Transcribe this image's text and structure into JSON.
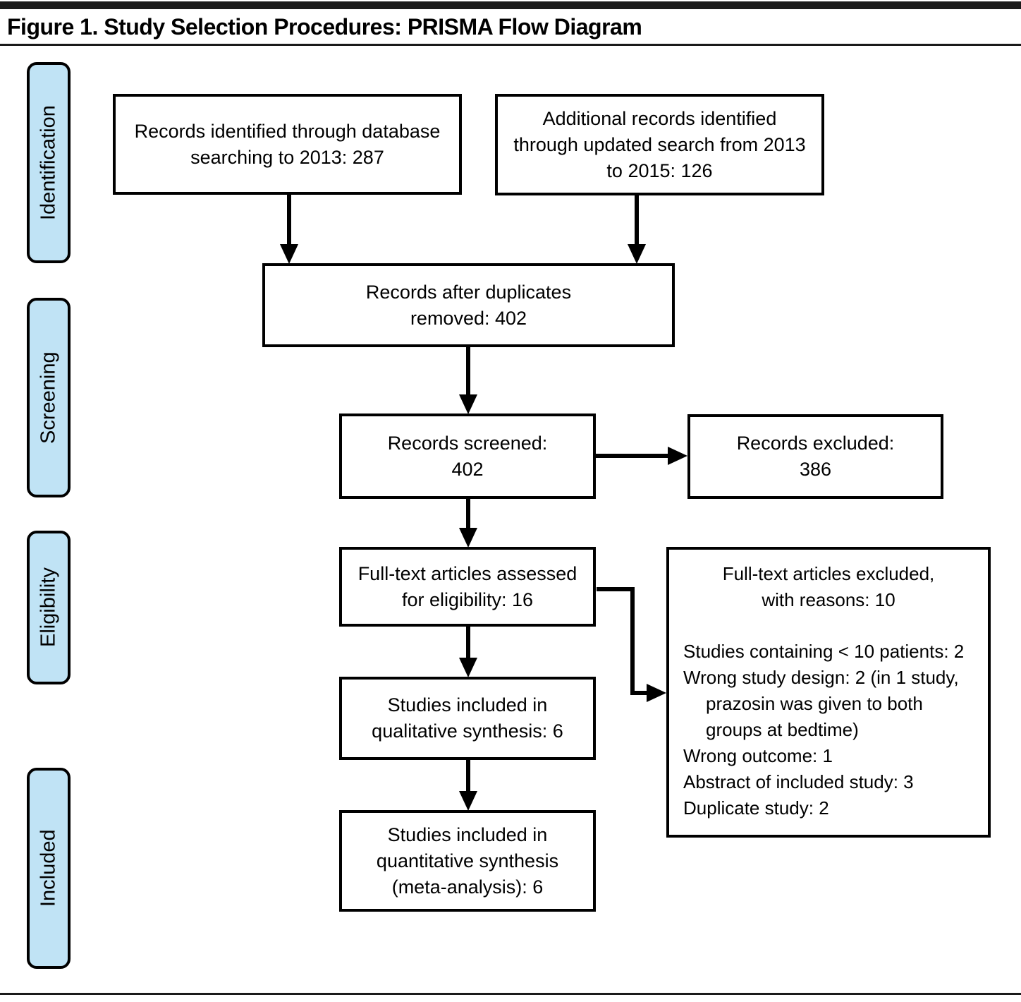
{
  "title": "Figure 1. Study Selection Procedures: PRISMA Flow Diagram",
  "stages": [
    {
      "label": "Identification"
    },
    {
      "label": "Screening"
    },
    {
      "label": "Eligibility"
    },
    {
      "label": "Included"
    }
  ],
  "nodes": {
    "identified_db": "Records identified through database\nsearching to 2013: 287",
    "identified_update": "Additional records identified\nthrough updated search from 2013\nto 2015: 126",
    "after_duplicates": "Records after duplicates\nremoved: 402",
    "screened": "Records screened:\n402",
    "excluded": "Records excluded:\n386",
    "fulltext_assessed": "Full-text articles assessed\nfor eligibility: 16",
    "qualitative": "Studies included in\nqualitative synthesis: 6",
    "quantitative": "Studies included in\nquantitative synthesis\n(meta-analysis): 6"
  },
  "exclusion_detail": {
    "header": "Full-text articles excluded,\nwith reasons: 10",
    "reasons": [
      "Studies containing < 10 patients: 2",
      "Wrong study design: 2 (in 1 study, prazosin was given to both groups at bedtime)",
      "Wrong outcome: 1",
      "Abstract of included study: 3",
      "Duplicate study: 2"
    ]
  },
  "colors": {
    "stage_fill": "#C0E3F5",
    "line_color": "#000000",
    "rule_color": "#1a1a1a"
  }
}
